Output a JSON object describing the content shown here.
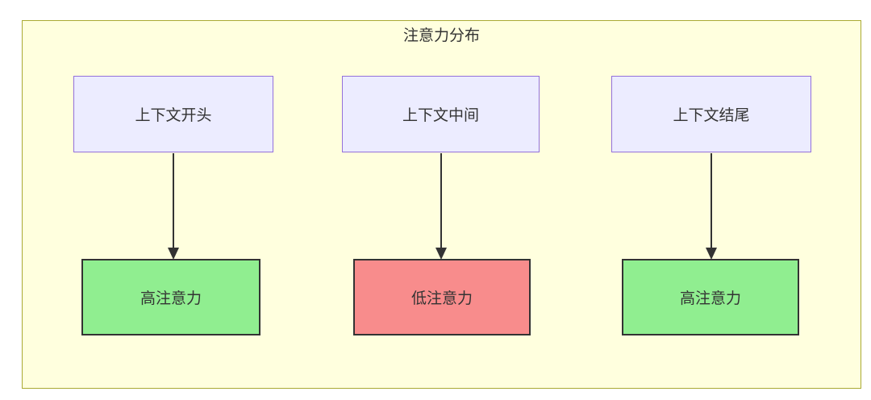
{
  "diagram": {
    "title": "注意力分布",
    "colors": {
      "canvas-bg": "#ffffff",
      "container-fill": "#ffffde",
      "container-border": "#aaaa33",
      "context-fill": "#ececff",
      "context-border": "#9370db",
      "high-fill": "#90ee90",
      "low-fill": "#f88c8c",
      "result-border": "#333333",
      "arrow": "#333333",
      "text": "#333333"
    },
    "nodes": {
      "top": [
        {
          "label": "上下文开头"
        },
        {
          "label": "上下文中间"
        },
        {
          "label": "上下文结尾"
        }
      ],
      "bottom": [
        {
          "label": "高注意力",
          "level": "high"
        },
        {
          "label": "低注意力",
          "level": "low"
        },
        {
          "label": "高注意力",
          "level": "high"
        }
      ]
    },
    "edges": [
      {
        "from": "上下文开头",
        "to": "高注意力"
      },
      {
        "from": "上下文中间",
        "to": "低注意力"
      },
      {
        "from": "上下文结尾",
        "to": "高注意力"
      }
    ]
  }
}
